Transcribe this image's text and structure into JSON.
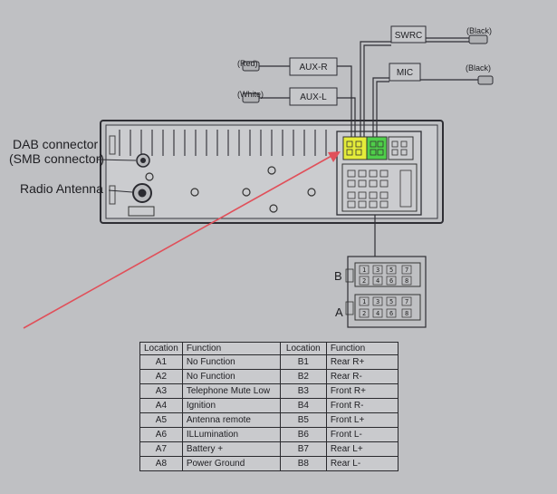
{
  "labels": {
    "dab_connector_line1": "DAB connector",
    "dab_connector_line2": "(SMB connector)",
    "radio_antenna": "Radio Antenna",
    "swrc": "SWRC",
    "mic": "MIC",
    "aux_r": "AUX-R",
    "aux_l": "AUX-L",
    "red": "(Red)",
    "white": "(White)",
    "black_top": "(Black)",
    "black_mic": "(Black)",
    "connector_b": "B",
    "connector_a": "A"
  },
  "pins": {
    "b_top": [
      "1",
      "3",
      "5",
      "7"
    ],
    "b_bottom": [
      "2",
      "4",
      "6",
      "8"
    ],
    "a_top": [
      "1",
      "3",
      "5",
      "7"
    ],
    "a_bottom": [
      "2",
      "4",
      "6",
      "8"
    ]
  },
  "table": {
    "headers": [
      "Location",
      "Function",
      "Location",
      "Function"
    ],
    "rows": [
      [
        "A1",
        "No Function",
        "B1",
        "Rear R+"
      ],
      [
        "A2",
        "No Function",
        "B2",
        "Rear R-"
      ],
      [
        "A3",
        "Telephone Mute Low",
        "B3",
        "Front R+"
      ],
      [
        "A4",
        "Ignition",
        "B4",
        "Front R-"
      ],
      [
        "A5",
        "Antenna remote",
        "B5",
        "Front L+"
      ],
      [
        "A6",
        "ILLumination",
        "B6",
        "Front L-"
      ],
      [
        "A7",
        "Battery +",
        "B7",
        "Rear L+"
      ],
      [
        "A8",
        "Power Ground",
        "B8",
        "Rear L-"
      ]
    ]
  },
  "colors": {
    "highlight_yellow": "#e4ec3a",
    "highlight_green": "#4fcf4a",
    "arrow": "#e0505a",
    "background": "#bfc0c3"
  }
}
